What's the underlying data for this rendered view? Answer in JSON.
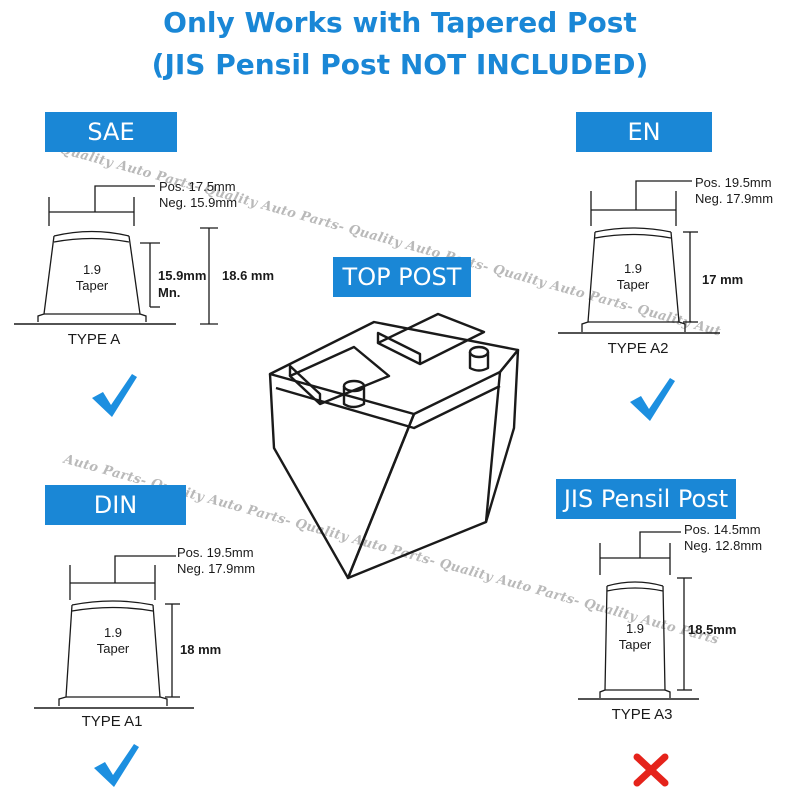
{
  "header": {
    "line1": "Only Works with Tapered Post",
    "line2": "(JIS Pensil Post NOT INCLUDED)"
  },
  "center": {
    "label": "TOP POST"
  },
  "watermark": {
    "w1": "Quality Auto Parts- Quality Auto Parts- Quality Auto Parts- Quality Auto Parts- Quality Aut",
    "w2": "Auto Parts- Quality Auto Parts- Quality Auto Parts- Quality Auto Parts- Quality Auto Parts"
  },
  "sae": {
    "title": "SAE",
    "pos": "Pos. 17.5mm",
    "neg": "Neg. 15.9mm",
    "taper1": "1.9",
    "taper2": "Taper",
    "inner": "15.9mm",
    "inner2": "Mn.",
    "outer": "18.6 mm",
    "type": "TYPE A",
    "mark": "check"
  },
  "en": {
    "title": "EN",
    "pos": "Pos. 19.5mm",
    "neg": "Neg. 17.9mm",
    "taper1": "1.9",
    "taper2": "Taper",
    "height": "17 mm",
    "type": "TYPE A2",
    "mark": "check"
  },
  "din": {
    "title": "DIN",
    "pos": "Pos. 19.5mm",
    "neg": "Neg. 17.9mm",
    "taper1": "1.9",
    "taper2": "Taper",
    "height": "18 mm",
    "type": "TYPE A1",
    "mark": "check"
  },
  "jis": {
    "title": "JIS Pensil Post",
    "pos": "Pos. 14.5mm",
    "neg": "Neg. 12.8mm",
    "taper1": "1.9",
    "taper2": "Taper",
    "height": "18.5mm",
    "type": "TYPE A3",
    "mark": "cross"
  },
  "colors": {
    "accent": "#1a87d6",
    "check": "#1c8fe0",
    "cross": "#e5231b",
    "line": "#1a1a1a"
  }
}
